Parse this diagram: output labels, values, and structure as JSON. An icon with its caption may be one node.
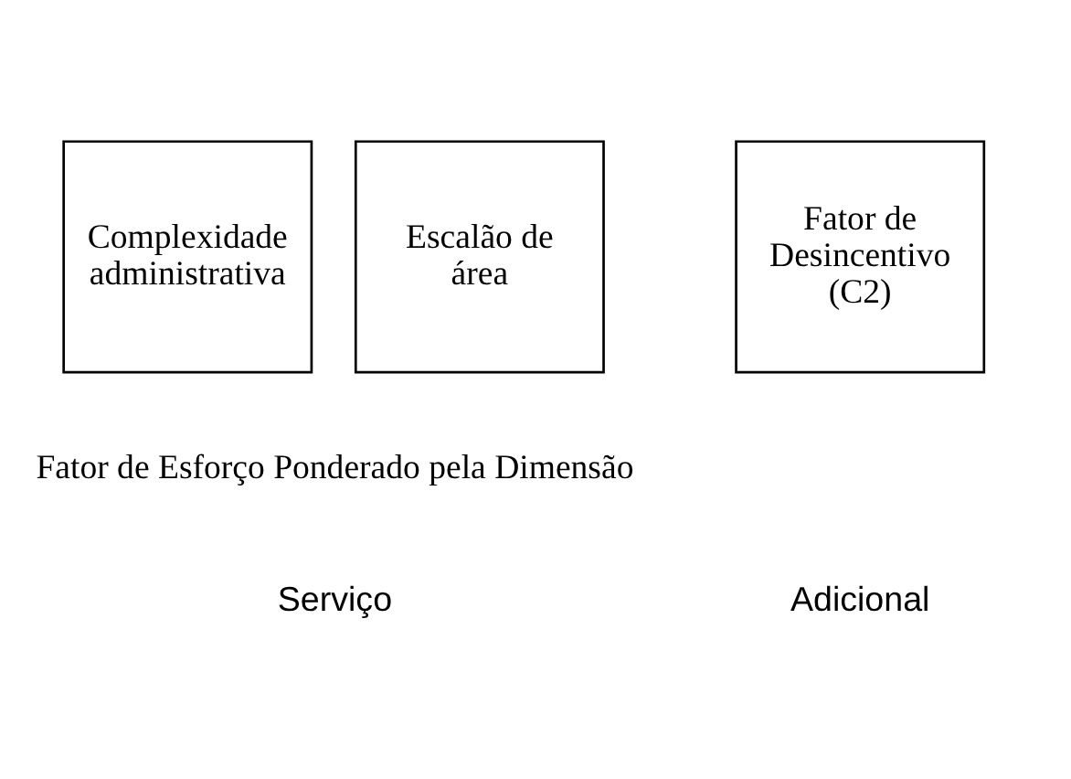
{
  "diagram": {
    "nodes": [
      {
        "text": [
          "Complexidade administrativa"
        ]
      },
      {
        "text": [
          "Escalão de área"
        ]
      },
      {
        "text": [
          "Fator de Desincentivo (C2)"
        ]
      }
    ],
    "labels": [
      "Fator de Esforço Ponderado pela Dimensão",
      "Serviço",
      "Adicional"
    ]
  }
}
